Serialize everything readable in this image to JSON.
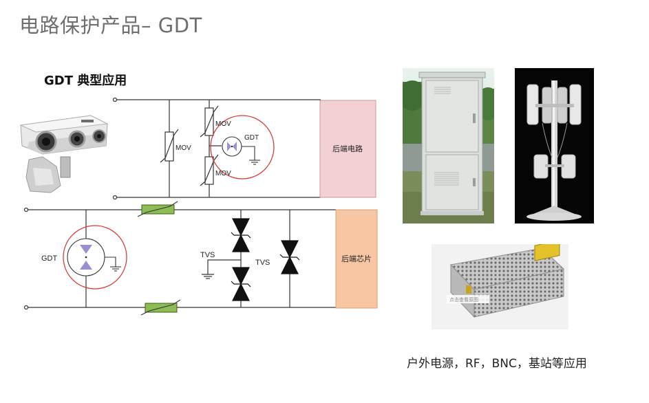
{
  "slide": {
    "title": "电路保护产品– GDT"
  },
  "diagram": {
    "title": "GDT 典型应用",
    "top_circuit": {
      "mov_left": "MOV",
      "mov_top": "MOV",
      "mov_bottom": "MOV",
      "gdt": "GDT",
      "load": "后端电路"
    },
    "bottom_circuit": {
      "gdt": "GDT",
      "tvs_left": "TVS",
      "tvs_right": "TVS",
      "load": "后端芯片"
    }
  },
  "photos": {
    "camera": "security-camera",
    "cabinet": "outdoor-cabinet",
    "antenna": "base-station-antenna",
    "psu": "power-supply-unit",
    "psu_watermark": "点击查看原图"
  },
  "caption": "户外电源，RF，BNC，基站等应用",
  "colors": {
    "wire": "#333333",
    "load_top": "#f2d0d3",
    "load_bottom": "#f6c7a2",
    "ptc_fill": "#8cbc54",
    "highlight_circle": "#d93a3a",
    "gdt_fill": "#9c8ed0"
  }
}
